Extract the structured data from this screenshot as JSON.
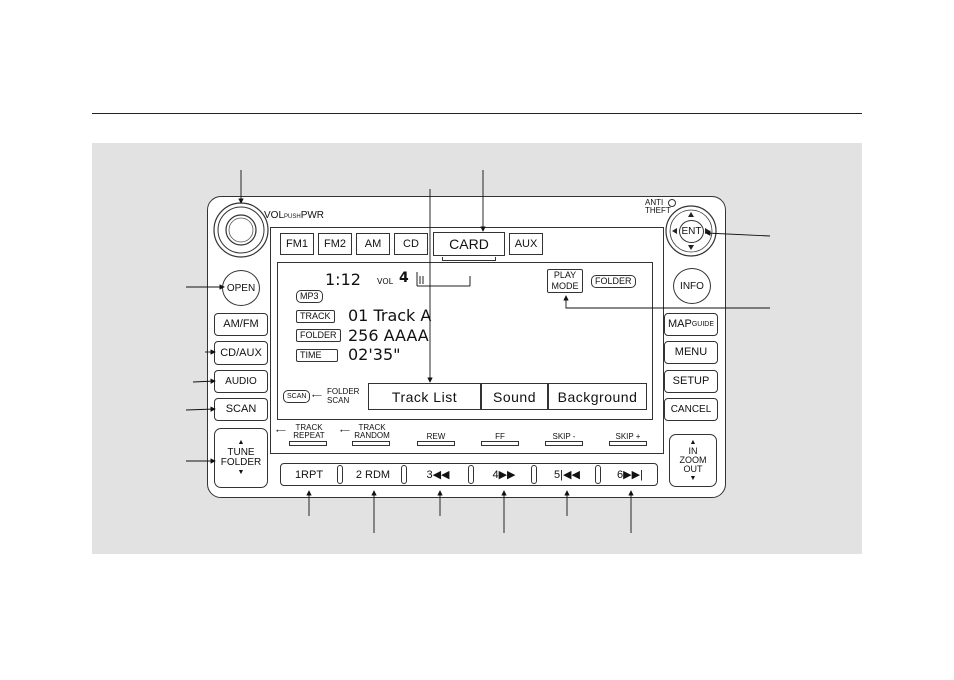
{
  "header": {
    "rule": ""
  },
  "left_controls": {
    "vol_label": "VOL",
    "push_label": "PUSH",
    "pwr_label": "PWR",
    "open": "OPEN",
    "am_fm": "AM/FM",
    "cd_aux": "CD/AUX",
    "audio": "AUDIO",
    "scan": "SCAN",
    "tune_folder": "TUNE\nFOLDER"
  },
  "right_controls": {
    "anti_theft": "ANTI\nTHEFT",
    "ent": "ENT",
    "info": "INFO",
    "map_guide_main": "MAP",
    "map_guide_sub": "GUIDE",
    "menu": "MENU",
    "setup": "SETUP",
    "cancel": "CANCEL",
    "zoom_in": "IN",
    "zoom_label": "ZOOM",
    "zoom_out": "OUT"
  },
  "source_tabs": [
    "FM1",
    "FM2",
    "AM",
    "CD",
    "CARD",
    "AUX"
  ],
  "display": {
    "clock": "1:12",
    "vol_label": "VOL",
    "vol_value": "4",
    "mp3": "MP3",
    "play_mode": "PLAY\nMODE",
    "folder_badge": "FOLDER",
    "track_label": "TRACK",
    "track_value": "01  Track  A",
    "folder_label": "FOLDER",
    "folder_value": "256  AAAA",
    "time_label": "TIME",
    "time_value": "02'35\""
  },
  "soft_keys": {
    "scan_badge": "SCAN",
    "folder_scan": "FOLDER\nSCAN",
    "track_list": "Track  List",
    "sound": "Sound",
    "background": "Background"
  },
  "function_labels": [
    "TRACK\nREPEAT",
    "TRACK\nRANDOM",
    "REW",
    "FF",
    "SKIP -",
    "SKIP +"
  ],
  "presets": [
    "1RPT",
    "2 RDM",
    "3◀◀",
    "4▶▶",
    "5|◀◀",
    "6▶▶|"
  ]
}
